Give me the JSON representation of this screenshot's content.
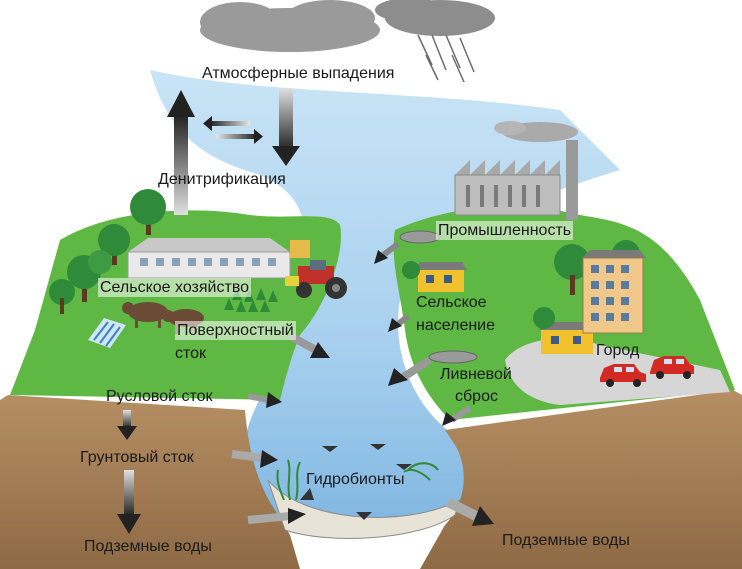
{
  "labels": {
    "atmosphere": "Атмосферные выпадения",
    "denitrification": "Денитрификация",
    "industry": "Промышленность",
    "agriculture": "Сельское хозяйство",
    "rural_pop_1": "Сельское",
    "rural_pop_2": "население",
    "surface_runoff_1": "Поверхностный",
    "surface_runoff_2": "сток",
    "city": "Город",
    "storm_1": "Ливневой",
    "storm_2": "сброс",
    "channel_runoff": "Русловой сток",
    "ground_runoff": "Грунтовый сток",
    "hydrobionts": "Гидробионты",
    "groundwater_left": "Подземные воды",
    "groundwater_right": "Подземные воды"
  },
  "colors": {
    "water": "#aed4f0",
    "grass": "#5fb843",
    "soil": "#a8825a",
    "tree": "#2f8a3a",
    "factory": "#8c8c8c",
    "arrow": "#333333",
    "car": "#d42a24",
    "house": "#f2c12e",
    "tractor": "#c0302a"
  }
}
